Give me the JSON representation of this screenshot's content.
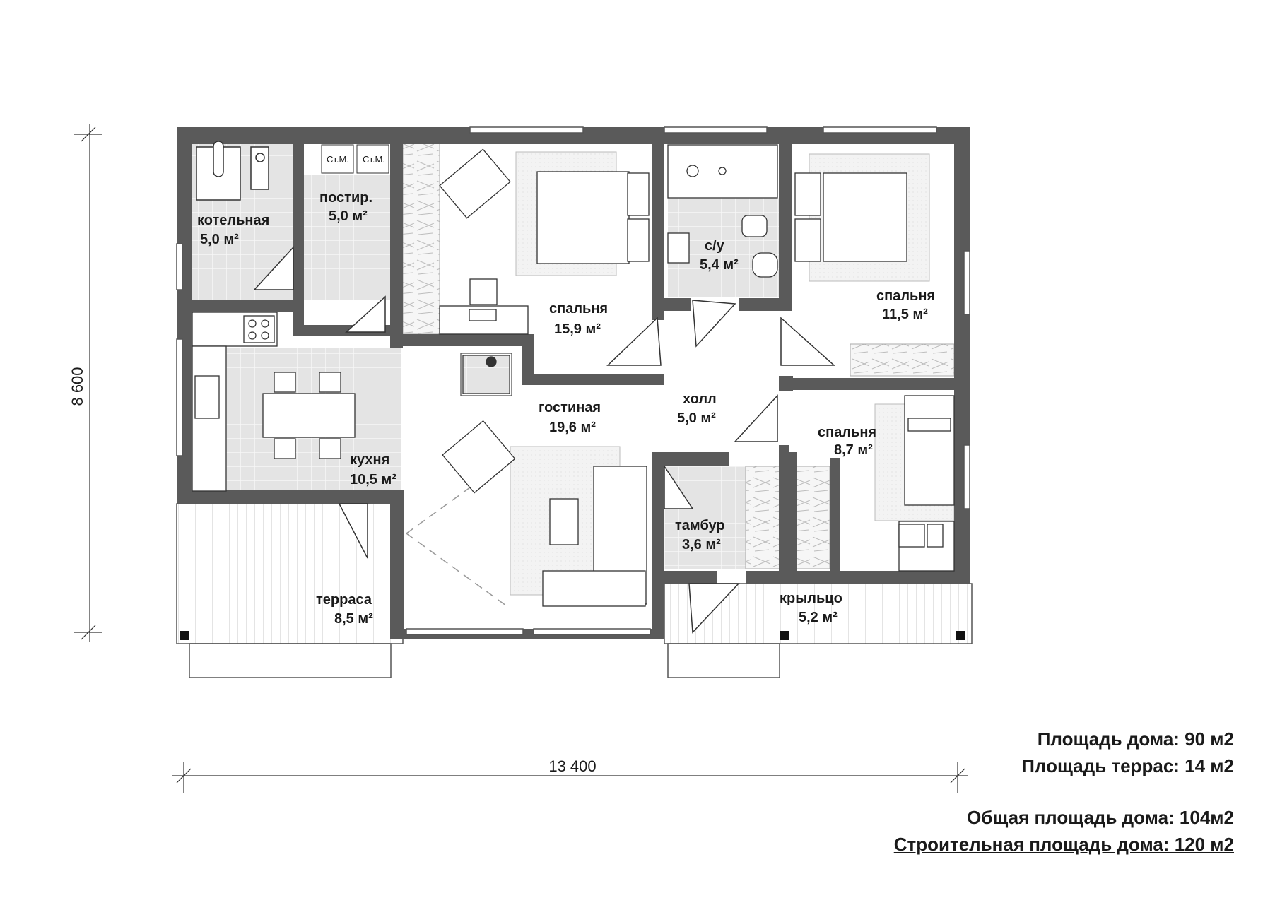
{
  "rooms": {
    "boiler": {
      "name": "котельная",
      "area": "5,0 м²"
    },
    "laundry": {
      "name": "постир.",
      "area": "5,0 м²"
    },
    "washer1": "Ст.М.",
    "washer2": "Ст.М.",
    "bedroom1": {
      "name": "спальня",
      "area": "15,9 м²"
    },
    "bathroom": {
      "name": "с/у",
      "area": "5,4 м²"
    },
    "bedroom2": {
      "name": "спальня",
      "area": "11,5 м²"
    },
    "kitchen": {
      "name": "кухня",
      "area": "10,5 м²"
    },
    "living": {
      "name": "гостиная",
      "area": "19,6 м²"
    },
    "hall": {
      "name": "холл",
      "area": "5,0 м²"
    },
    "bedroom3": {
      "name": "спальня",
      "area": "8,7 м²"
    },
    "vestibule": {
      "name": "тамбур",
      "area": "3,6 м²"
    },
    "terrace": {
      "name": "терраса",
      "area": "8,5 м²"
    },
    "porch": {
      "name": "крыльцо",
      "area": "5,2 м²"
    }
  },
  "dimensions": {
    "width": "13 400",
    "height": "8 600"
  },
  "summary": {
    "house_area": "Площадь дома: 90 м2",
    "terrace_area": "Площадь террас: 14 м2",
    "total_area": "Общая площадь дома: 104м2",
    "building_area": "Строительная площадь дома: 120 м2"
  },
  "colors": {
    "wall": "#5a5a5a",
    "tile": "#e2e2e2",
    "line": "#333333"
  }
}
